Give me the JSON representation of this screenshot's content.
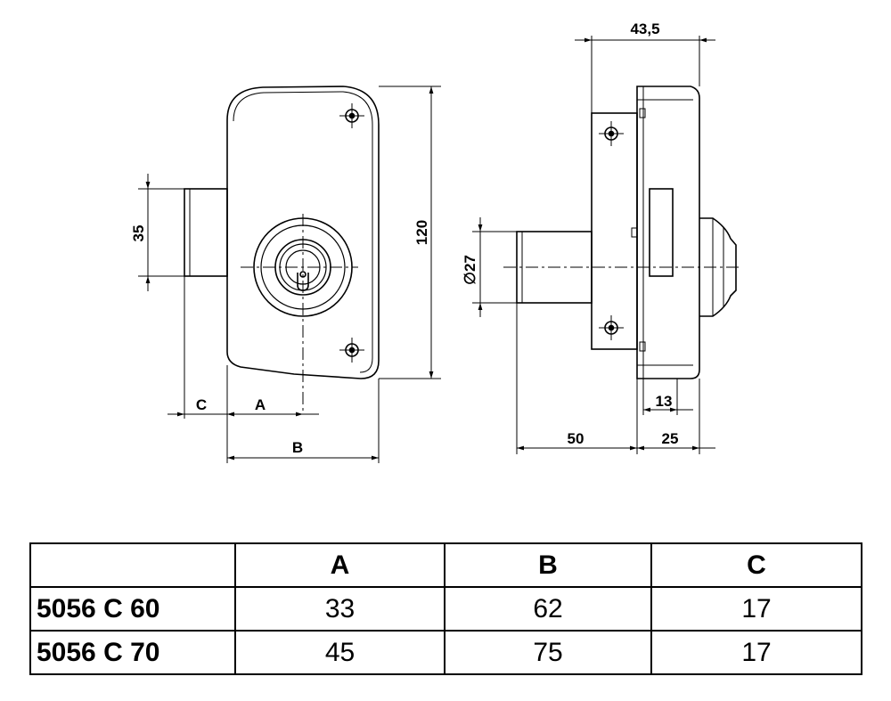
{
  "front_view": {
    "dim_height": "120",
    "dim_bolt": "35",
    "dim_c": "C",
    "dim_a": "A",
    "dim_b": "B"
  },
  "side_view": {
    "dim_top": "43,5",
    "dim_diameter": "∅27",
    "dim_13": "13",
    "dim_50": "50",
    "dim_25": "25"
  },
  "table": {
    "headers": [
      "",
      "A",
      "B",
      "C"
    ],
    "rows": [
      {
        "model": "5056 C 60",
        "a": "33",
        "b": "62",
        "c": "17"
      },
      {
        "model": "5056 C 70",
        "a": "45",
        "b": "75",
        "c": "17"
      }
    ]
  }
}
